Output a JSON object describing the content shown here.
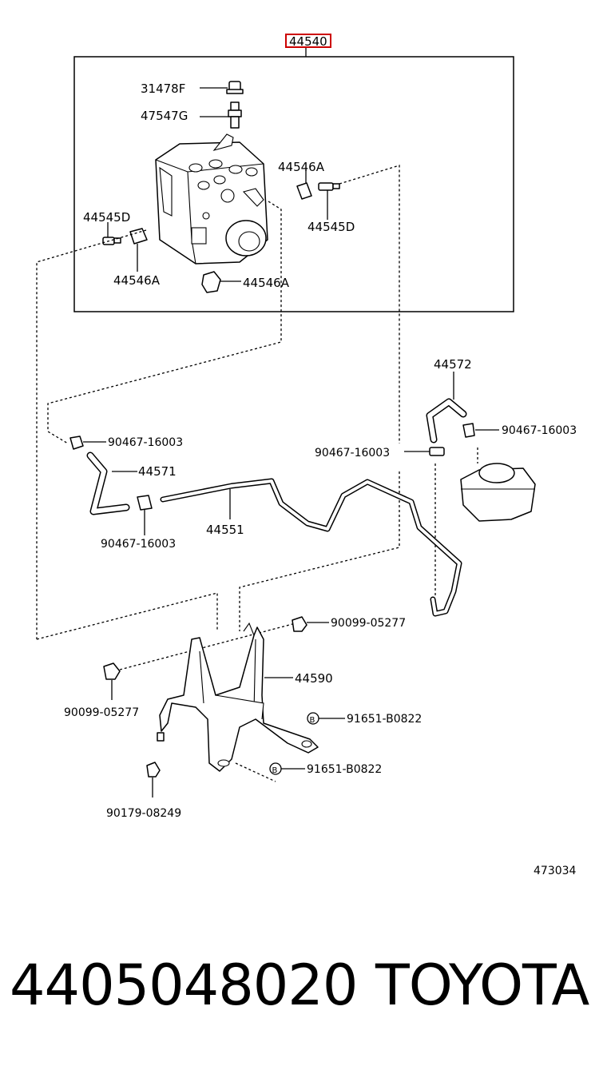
{
  "assembly": {
    "part_number": "44540",
    "highlight_color": "#cc0000"
  },
  "parts": {
    "p31478F": "31478F",
    "p47547G": "47547G",
    "p44546A_right": "44546A",
    "p44545D_left": "44545D",
    "p44545D_right": "44545D",
    "p44546A_left": "44546A",
    "p44546A_bottom": "44546A",
    "p44572": "44572",
    "p90467_right_top": "90467-16003",
    "p90467_left": "90467-16003",
    "p44571": "44571",
    "p90467_mid": "90467-16003",
    "p44551": "44551",
    "p90467_lower": "90467-16003",
    "p90099_right": "90099-05277",
    "p44590": "44590",
    "p90099_left": "90099-05277",
    "p91651_upper": "91651-B0822",
    "p91651_lower": "91651-B0822",
    "p90179": "90179-08249",
    "bolt_marker": "B"
  },
  "illustration_number": "473034",
  "footer": {
    "part_code": "4405048020",
    "brand": "TOYOTA"
  }
}
